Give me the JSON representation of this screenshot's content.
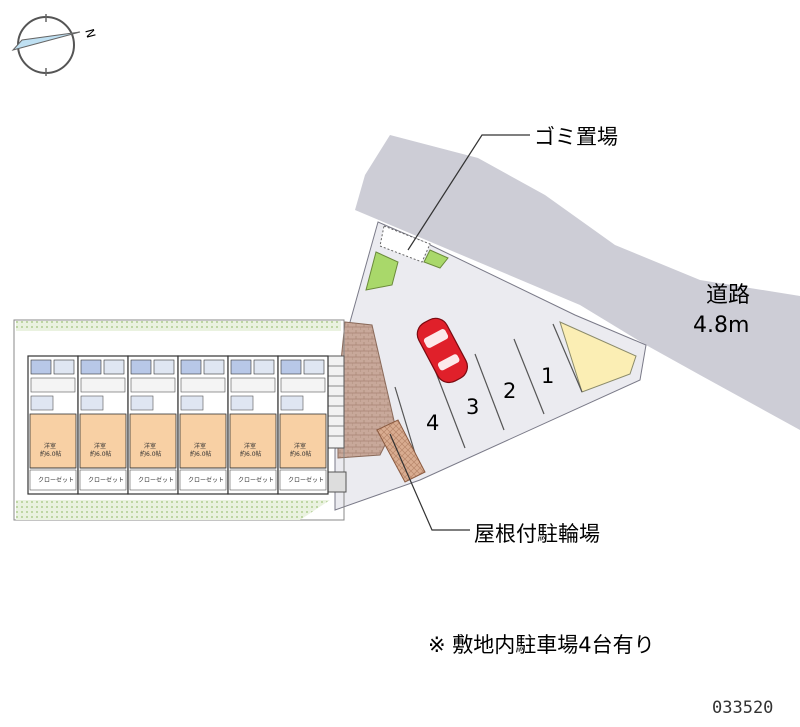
{
  "compass": {
    "north_label": "N"
  },
  "road": {
    "name": "道路",
    "width": "4.8m"
  },
  "labels": {
    "garbage_area": "ゴミ置場",
    "bicycle_parking": "屋根付駐輪場"
  },
  "parking_spaces": [
    "1",
    "2",
    "3",
    "4"
  ],
  "building": {
    "room_label": "洋室",
    "room_size": "約6.0帖",
    "closet_label": "クローゼット",
    "unit_count": 6
  },
  "note": "※ 敷地内駐車場4台有り",
  "code": "033520",
  "colors": {
    "road": "#cdcdd6",
    "lot": "#ebebf0",
    "brick": "#c8a89a",
    "green": "#a9d86a",
    "bike_roof": "#d9ac90",
    "room": "#f8d0a4",
    "bath": "#b8c8e8",
    "car": "#e0202a",
    "pale_yellow": "#fbeeb4"
  }
}
